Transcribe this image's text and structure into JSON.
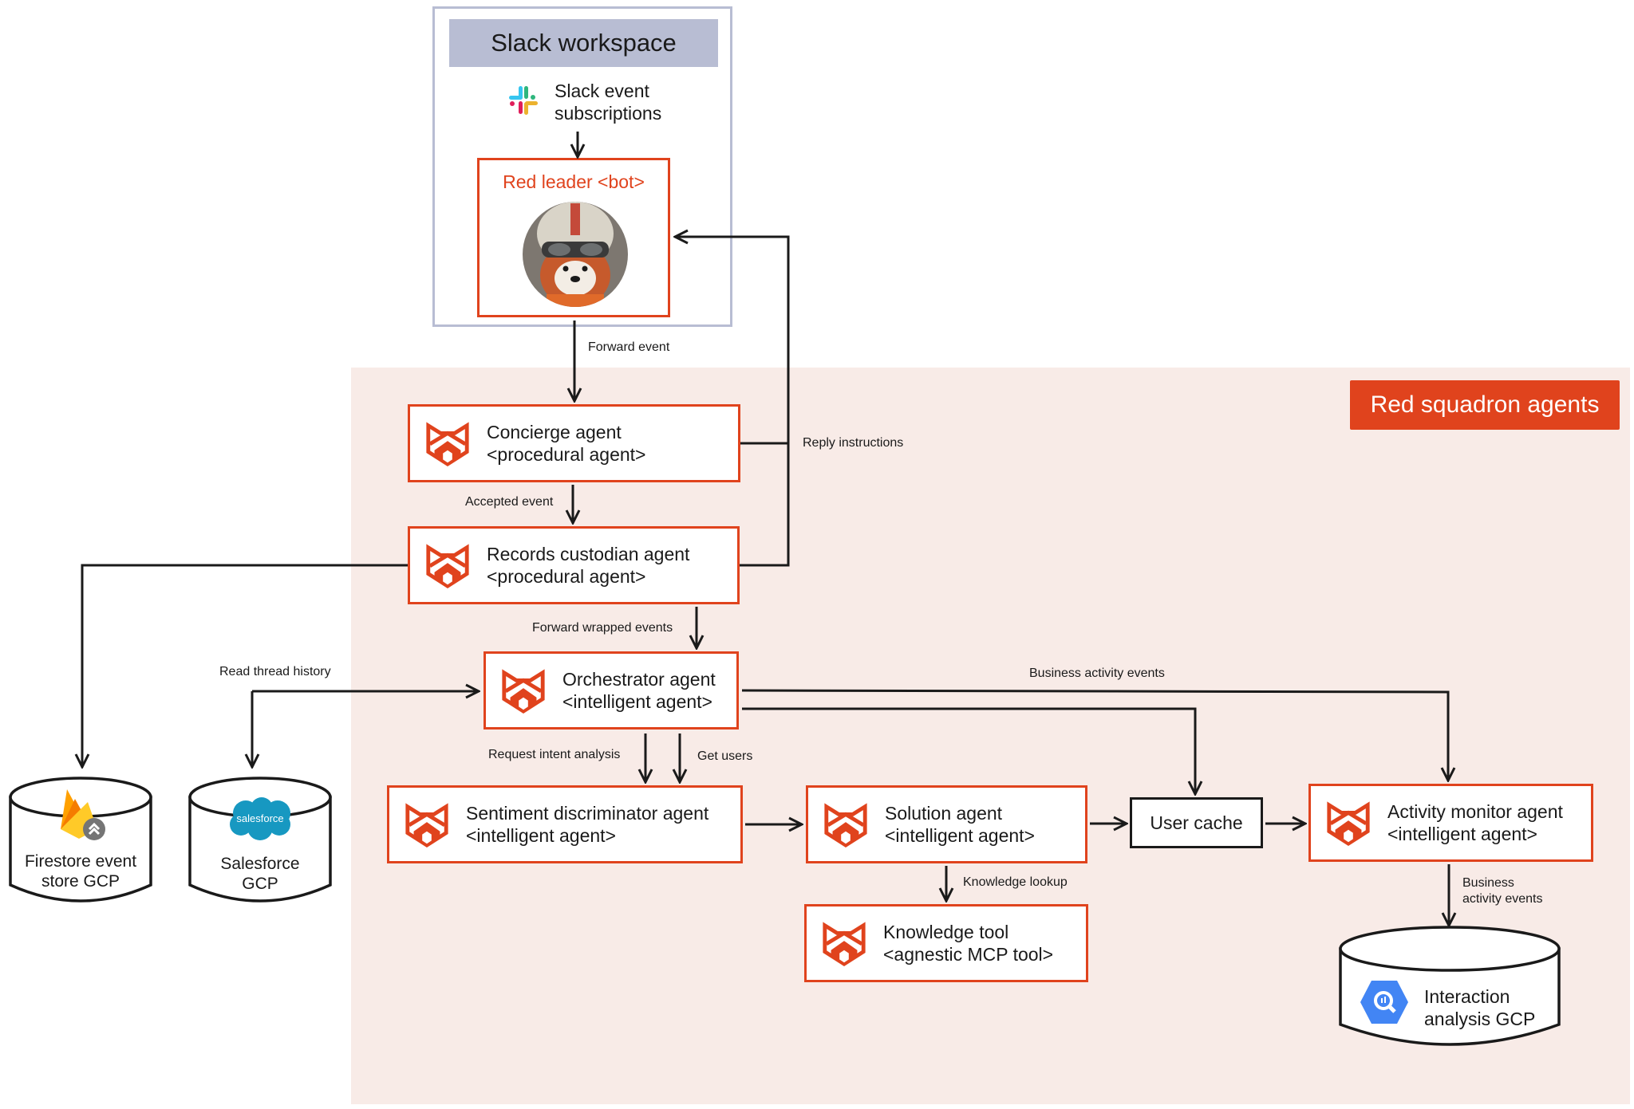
{
  "slack": {
    "workspace_title": "Slack workspace",
    "subscriptions_line1": "Slack event",
    "subscriptions_line2": "subscriptions",
    "bot_title": "Red leader <bot>"
  },
  "region": {
    "title": "Red squadron agents",
    "background": "#f8ebe7",
    "accent": "#e0431d"
  },
  "nodes": {
    "concierge": {
      "name": "Concierge agent",
      "type": "<procedural agent>"
    },
    "records": {
      "name": "Records custodian agent",
      "type": "<procedural agent>"
    },
    "orchestrator": {
      "name": "Orchestrator agent",
      "type": "<intelligent agent>"
    },
    "sentiment": {
      "name": "Sentiment discriminator agent",
      "type": "<intelligent agent>"
    },
    "solution": {
      "name": "Solution agent",
      "type": "<intelligent agent>"
    },
    "activity": {
      "name": "Activity monitor agent",
      "type": "<intelligent agent>"
    },
    "knowledge": {
      "name": "Knowledge tool",
      "type": "<agnestic MCP tool>"
    },
    "user_cache": {
      "name": "User cache"
    }
  },
  "stores": {
    "firestore": {
      "line1": "Firestore event",
      "line2": "store GCP"
    },
    "salesforce": {
      "line1": "Salesforce",
      "line2": "GCP",
      "logo_text": "salesforce"
    },
    "interaction": {
      "line1": "Interaction",
      "line2": "analysis GCP"
    }
  },
  "edges": {
    "forward_event": "Forward event",
    "reply_instructions": "Reply instructions",
    "accepted_event": "Accepted event",
    "forward_wrapped": "Forward wrapped events",
    "read_thread": "Read thread history",
    "business_activity": "Business activity events",
    "request_intent": "Request intent analysis",
    "get_users": "Get users",
    "knowledge_lookup": "Knowledge lookup",
    "business_line1": "Business",
    "business_line2": "activity events"
  }
}
